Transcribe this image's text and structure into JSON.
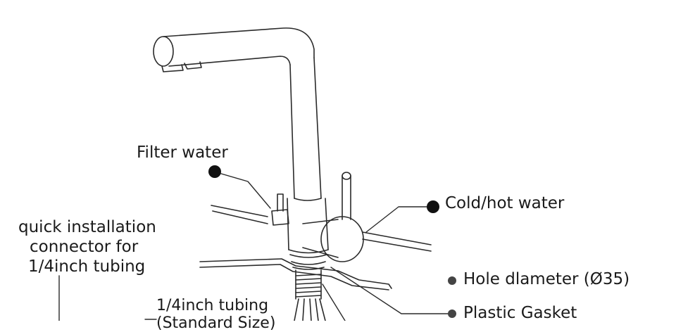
{
  "labels": {
    "filter_water": "Filter water",
    "cold_hot_water": "Cold/hot water",
    "quick_install_line1": "quick installation",
    "quick_install_line2": "connector for",
    "quick_install_line3": "1/4inch tubing",
    "tubing": "1/4inch tubing",
    "tubing_size": "(Standard Size)",
    "hole_diameter": "Hole dlameter (Ø35)",
    "plastic_gasket": "Plastic Gasket"
  },
  "colors": {
    "line": "#2a2a2a",
    "text": "#1a1a1a",
    "background": "#ffffff"
  }
}
